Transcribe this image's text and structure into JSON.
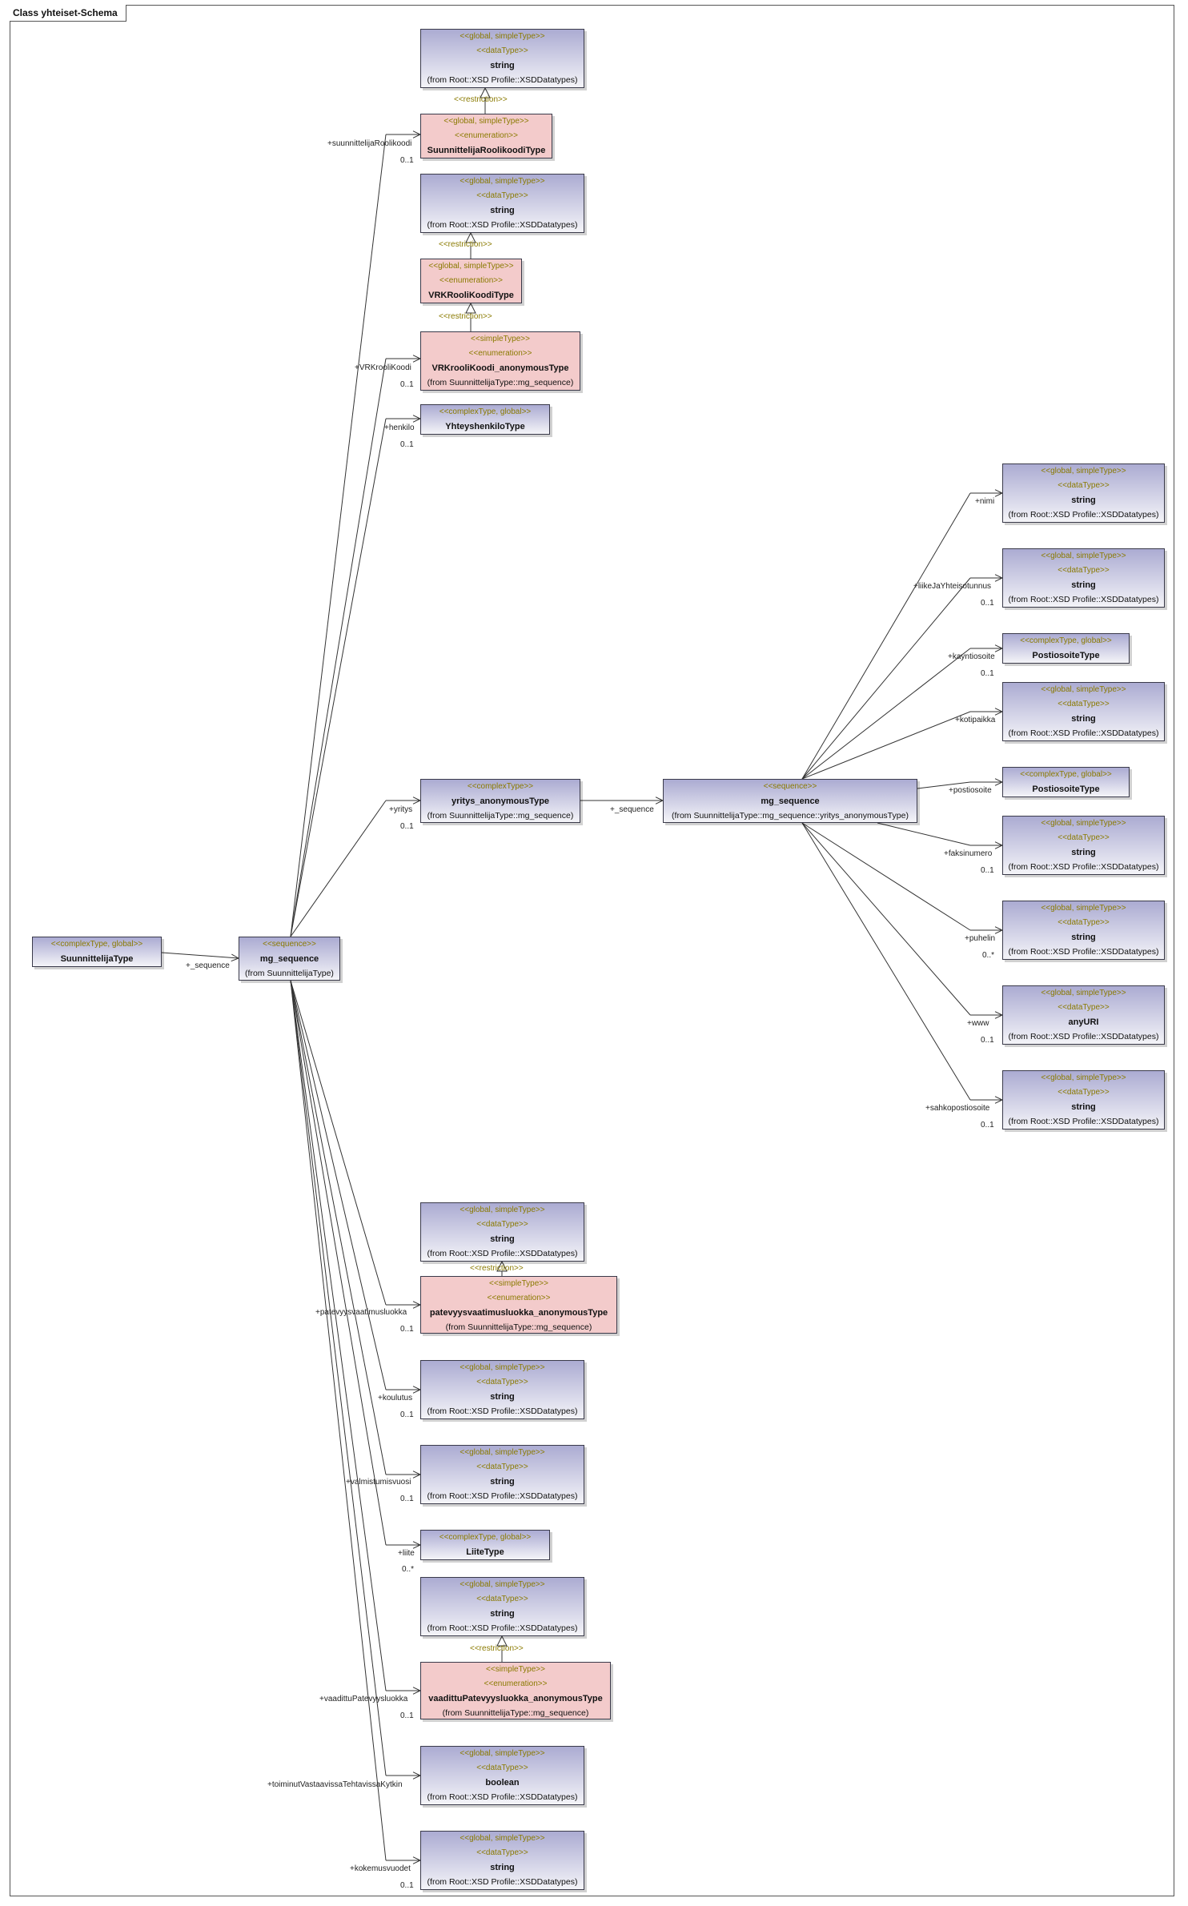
{
  "title": "Class yhteiset-Schema",
  "stereo": {
    "gsimple": "<<global, simpleType>>",
    "datatype": "<<dataType>>",
    "enumeration": "<<enumeration>>",
    "simple": "<<simpleType>>",
    "gcomplex": "<<complexType, global>>",
    "complex": "<<complexType>>",
    "sequence": "<<sequence>>",
    "restriction": "<<restriction>>"
  },
  "from": {
    "xsd": "(from Root::XSD Profile::XSDDatatypes)",
    "mg": "(from SuunnittelijaType::mg_sequence)",
    "st": "(from SuunnittelijaType)",
    "yrmg": "(from SuunnittelijaType::mg_sequence::yritys_anonymousType)"
  },
  "names": {
    "string": "string",
    "anyuri": "anyURI",
    "boolean": "boolean",
    "suunnittelijatype": "SuunnittelijaType",
    "mg_sequence": "mg_sequence",
    "srkt": "SuunnittelijaRoolikoodiType",
    "vrkkt": "VRKRooliKoodiType",
    "vrkk_anon": "VRKrooliKoodi_anonymousType",
    "yhteyshenkilo": "YhteyshenkiloType",
    "yritys_anon": "yritys_anonymousType",
    "postiosoite": "PostiosoiteType",
    "pate_anon": "patevyysvaatimusluokka_anonymousType",
    "liite": "LiiteType",
    "vaad_anon": "vaadittuPatevyysluokka_anonymousType"
  },
  "roles": {
    "sequence": "+_sequence",
    "suunnittelijaroolikoodi": "+suunnittelijaRoolikoodi",
    "vrkroolikoodi": "+VRKrooliKoodi",
    "henkilo": "+henkilo",
    "yritys": "+yritys",
    "yr_sequence": "+_sequence",
    "patevyysvaatimusluokka": "+patevyysvaatimusluokka",
    "koulutus": "+koulutus",
    "valmistumisvuosi": "+valmistumisvuosi",
    "liite": "+liite",
    "vaadittupatevyysluokka": "+vaadittuPatevyysluokka",
    "toiminut": "+toiminutVastaavissaTehtavissaKytkin",
    "kokemusvuodet": "+kokemusvuodet",
    "nimi": "+nimi",
    "liikejayhteisotunnus": "+liikeJaYhteisotunnus",
    "kayntiosoite": "+kayntiosoite",
    "kotipaikka": "+kotipaikka",
    "postiosoite": "+postiosoite",
    "faksinumero": "+faksinumero",
    "puhelin": "+puhelin",
    "www": "+www",
    "sahkopostiosoite": "+sahkopostiosoite"
  },
  "mult": {
    "zero_one": "0..1",
    "zero_many": "0..*"
  },
  "colors": {
    "box_grey_top": "#ababd2",
    "box_grey_bottom": "#f4f4f8",
    "enum_pink": "#f3cbcb",
    "stereotype_text": "#8a7a00"
  }
}
